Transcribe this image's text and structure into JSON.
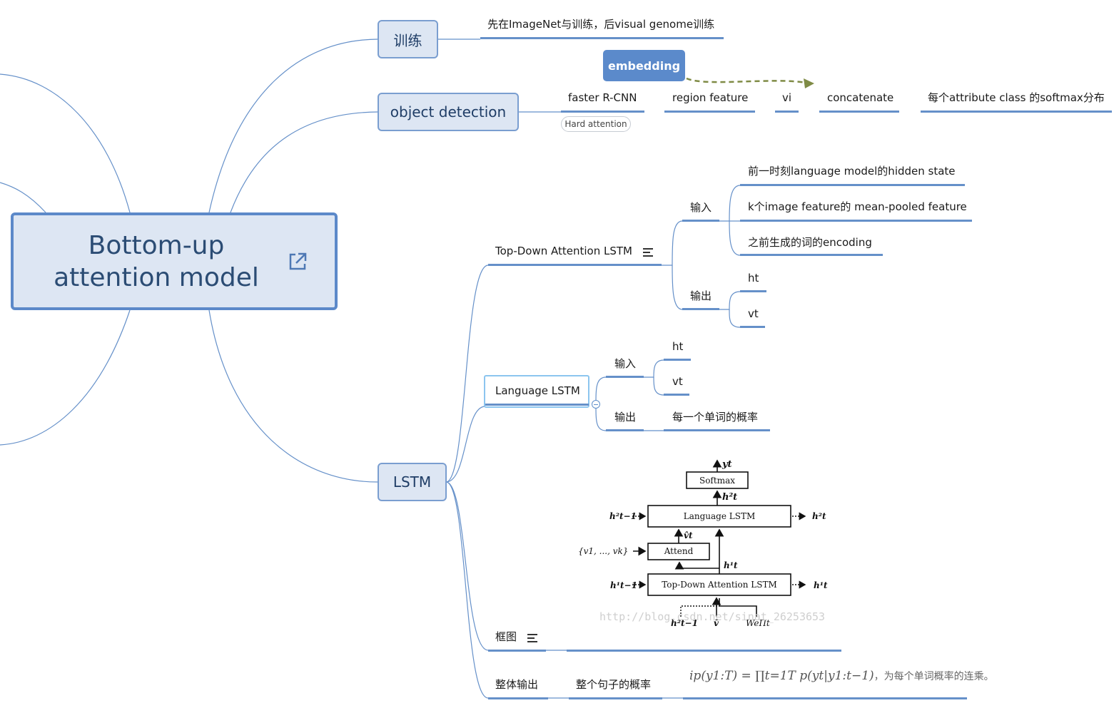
{
  "root": {
    "title": "Bottom-up attention model",
    "icon": "external-link-icon"
  },
  "train": {
    "label": "训练",
    "detail": "先在ImageNet与训练，后visual genome训练"
  },
  "object_detection": {
    "label": "object detection",
    "chain": [
      "faster R-CNN",
      "region feature",
      "vi",
      "concatenate",
      "每个attribute class 的softmax分布"
    ],
    "hard_attention": "Hard attention",
    "embedding": "embedding"
  },
  "lstm": {
    "label": "LSTM",
    "top_down": {
      "label": "Top-Down Attention LSTM",
      "input_label": "输入",
      "inputs": [
        "前一时刻language model的hidden state",
        "k个image feature的 mean-pooled feature",
        "之前生成的词的encoding"
      ],
      "output_label": "输出",
      "outputs": [
        "ht",
        "vt"
      ]
    },
    "language": {
      "label": "Language LSTM",
      "input_label": "输入",
      "inputs": [
        "ht",
        "vt"
      ],
      "output_label": "输出",
      "output": "每一个单词的概率"
    },
    "frame_label": "框图",
    "overall": {
      "label": "整体输出",
      "value": "整个句子的概率",
      "formula": "ip(y1:T) = ∏t=1T p(yt|y1:t−1)",
      "formula_note": "，为每个单词概率的连乘。"
    }
  },
  "figure": {
    "softmax": "Softmax",
    "language_lstm": "Language LSTM",
    "attend": "Attend",
    "top_down_lstm": "Top-Down Attention LSTM",
    "y_t": "yt",
    "h2_t": "h²t",
    "h2_prev": "h²t−1",
    "v_hat": "v̂t",
    "v_set": "{v1, ..., vk}",
    "h1_t": "h¹t",
    "h1_prev": "h¹t−1",
    "v_bar": "v̄",
    "we_pi": "WeΠt",
    "watermark": "http://blog.csdn.net/sinat_26253653"
  }
}
